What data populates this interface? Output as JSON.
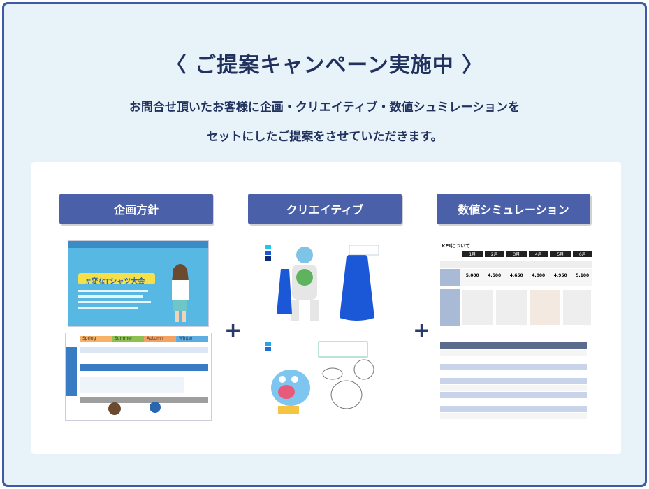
{
  "title": "〈 ご提案キャンペーン実施中 〉",
  "subtitle_line1": "お問合せ頂いたお客様に企画・クリエイティブ・数値シュミレーションを",
  "subtitle_line2": "セットにしたご提案をさせていただきます。",
  "columns": [
    {
      "label": "企画方針"
    },
    {
      "label": "クリエイティブ"
    },
    {
      "label": "数値シミュレーション"
    }
  ],
  "plus_sign": "+",
  "planning_thumb": {
    "banner_text": "#変なTシャツ大会",
    "seasons": [
      "Spring",
      "Summer",
      "Autumn",
      "Winter"
    ]
  },
  "kpi_thumb": {
    "heading": "KPIについて",
    "months": [
      "1月",
      "2月",
      "3月",
      "4月",
      "5月",
      "6月"
    ],
    "values": [
      "5,000",
      "4,500",
      "4,650",
      "4,800",
      "4,950",
      "5,100"
    ]
  },
  "colors": {
    "frame_border": "#3e5aa5",
    "background": "#e8f2f9",
    "header_bg": "#4a60a8",
    "title_text": "#22325f"
  }
}
